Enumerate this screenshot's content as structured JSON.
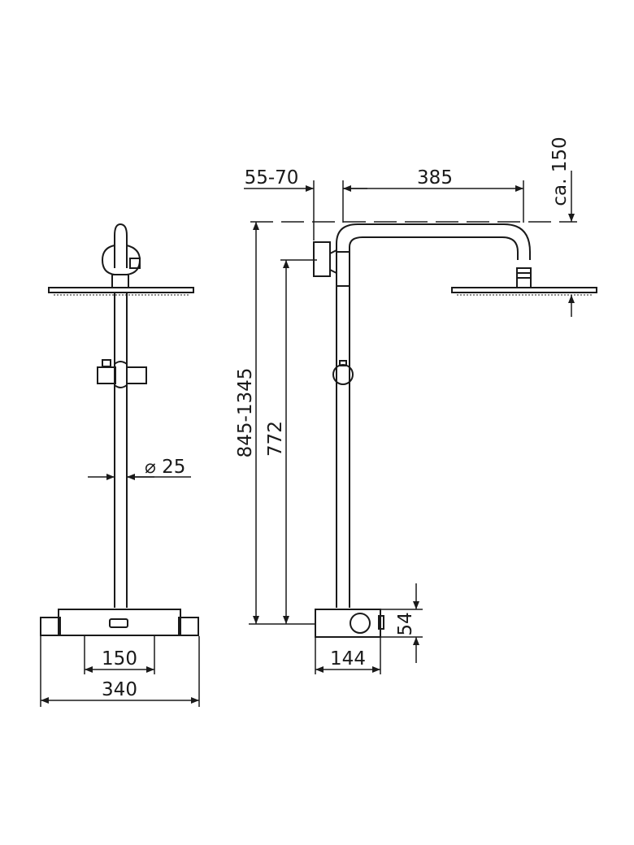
{
  "diagram": {
    "front_view": {
      "pipe_diameter_label": "⌀ 25",
      "thermostat_bracket_width_label": "150",
      "thermostat_total_width_label": "340"
    },
    "side_view": {
      "wall_offset_label": "55-70",
      "arm_length_label": "385",
      "head_drop_label": "ca. 150",
      "total_height_label": "845-1345",
      "inlet_height_label": "772",
      "thermostat_height_label": "54",
      "thermostat_depth_label": "144"
    },
    "colors": {
      "line": "#1a1a1a",
      "light": "#666666",
      "background": "#ffffff"
    }
  }
}
